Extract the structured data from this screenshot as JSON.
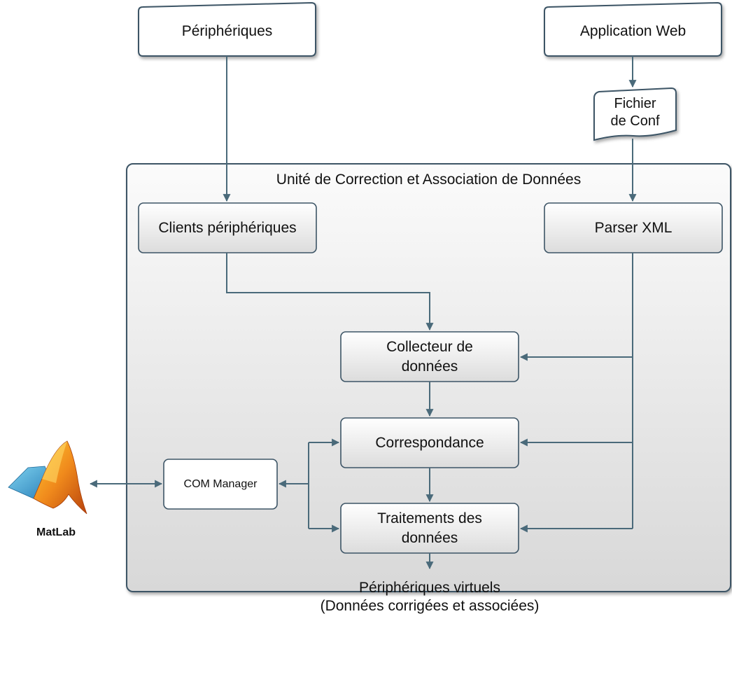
{
  "diagram": {
    "peripheriques": "Périphériques",
    "application_web": "Application Web",
    "fichier_conf": "Fichier\nde Conf",
    "unit_title": "Unité de Correction et Association de Données",
    "clients_peripheriques": "Clients périphériques",
    "parser_xml": "Parser XML",
    "collecteur": "Collecteur de\ndonnées",
    "correspondance": "Correspondance",
    "traitements": "Traitements des\ndonnées",
    "com_manager": "COM Manager",
    "matlab": "MatLab",
    "output_line1": "Périphériques virtuels",
    "output_line2": "(Données corrigées et associées)"
  },
  "colors": {
    "stroke": "#3d5566",
    "arrow": "#4a6a7a",
    "box_top": "#ffffff",
    "box_bottom": "#dcdcdc",
    "unit_top": "#fbfbfb",
    "unit_bottom": "#dadada"
  },
  "icons": {
    "matlab_logo": "matlab-logo-icon"
  }
}
